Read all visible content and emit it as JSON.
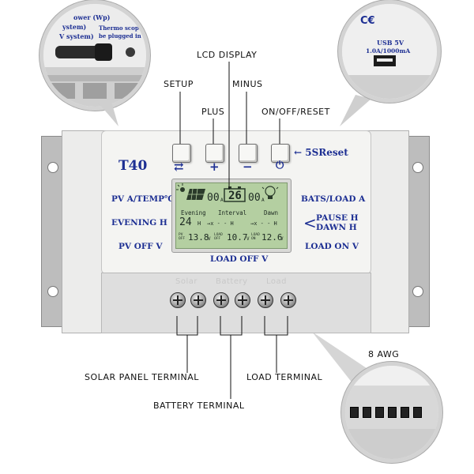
{
  "callouts": {
    "lcd_display": "LCD  DISPLAY",
    "setup": "SETUP",
    "minus": "MINUS",
    "plus": "PLUS",
    "on_off_reset": "ON/OFF/RESET",
    "solar_panel_terminal": "SOLAR  PANEL  TERMINAL",
    "load_terminal": "LOAD  TERMINAL",
    "battery_terminal": "BATTERY  TERMINAL",
    "awg": "8  AWG"
  },
  "panel": {
    "model": "T40",
    "reset_hint": "← 5SReset",
    "setup_symbol": "⇄",
    "plus_symbol": "+",
    "minus_symbol": "−",
    "power_symbol": "⏻",
    "left_labels": {
      "pv_a_temp": "PV A/TEMP℃",
      "evening_h": "EVENING H",
      "pv_off_v": "PV OFF V"
    },
    "right_labels": {
      "bat_load_a": "BATS/LOAD A",
      "pause_h": "PAUSE H",
      "dawn_h": "DAWN H",
      "load_on_v": "LOAD ON V"
    },
    "bottom_label": "LOAD OFF V",
    "terminal_labels": [
      "Solar",
      "Battery",
      "Load"
    ]
  },
  "lcd": {
    "pv_current": "00",
    "pv_unit": "A",
    "battery_pct": "26",
    "load_current": "00",
    "load_unit": "A",
    "mode_headers": [
      "Evening",
      "Interval",
      "Dawn"
    ],
    "evening_val": "24",
    "evening_unit": "H",
    "interval_arrow": "→x - - H",
    "dawn_arrow": "→x - - H",
    "pv_off_label": "PV\nOFF",
    "pv_off_val": "13.8",
    "load_off_label": "LOAD\nOFF",
    "load_off_val": "10.7",
    "load_on_label": "LOAD\nON",
    "load_on_val": "12.6",
    "volt_unit": "V"
  },
  "zoom_top_left": {
    "lines": [
      "ower (Wp)",
      "ystem)",
      "V system)",
      "Thermo scope",
      "be plugged in"
    ]
  },
  "zoom_top_right": {
    "usb_label": "USB 5V",
    "usb_rating": "1.0A/1000mA"
  }
}
